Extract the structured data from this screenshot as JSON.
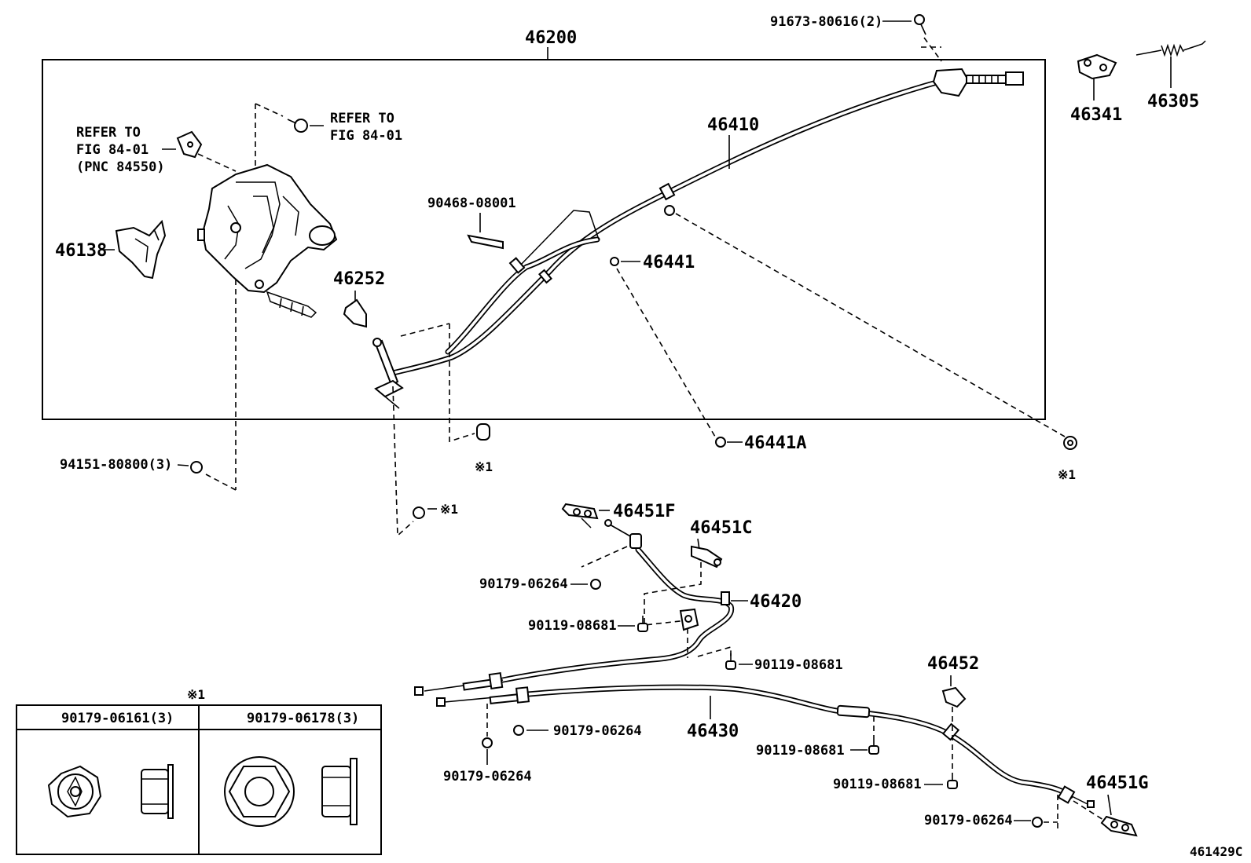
{
  "diagram_id": "461429C",
  "assembly": {
    "part_no": "46200"
  },
  "refer_top": {
    "line1": "REFER TO",
    "line2": "FIG 84-01"
  },
  "refer_left": {
    "line1": "REFER TO",
    "line2": "FIG 84-01",
    "line3": "(PNC 84550)"
  },
  "parts": {
    "p91673": "91673-80616(2)",
    "p46341": "46341",
    "p46305": "46305",
    "p46410": "46410",
    "p90468": "90468-08001",
    "p46441": "46441",
    "p46138": "46138",
    "p46252": "46252",
    "p46441A": "46441A",
    "p94151": "94151-80800(3)",
    "p46451F": "46451F",
    "p46451C": "46451C",
    "p90179_a": "90179-06264",
    "p46420": "46420",
    "p90119_a": "90119-08681",
    "p90119_b": "90119-08681",
    "p46452": "46452",
    "p90179_b": "90179-06264",
    "p46430": "46430",
    "p90119_c": "90119-08681",
    "p90179_c": "90179-06264",
    "p90119_d": "90119-08681",
    "p46451G": "46451G",
    "p90179_d": "90179-06264"
  },
  "note_mark": "※1",
  "legend": {
    "mark": "※1",
    "col1": "90179-06161(3)",
    "col2": "90179-06178(3)"
  }
}
